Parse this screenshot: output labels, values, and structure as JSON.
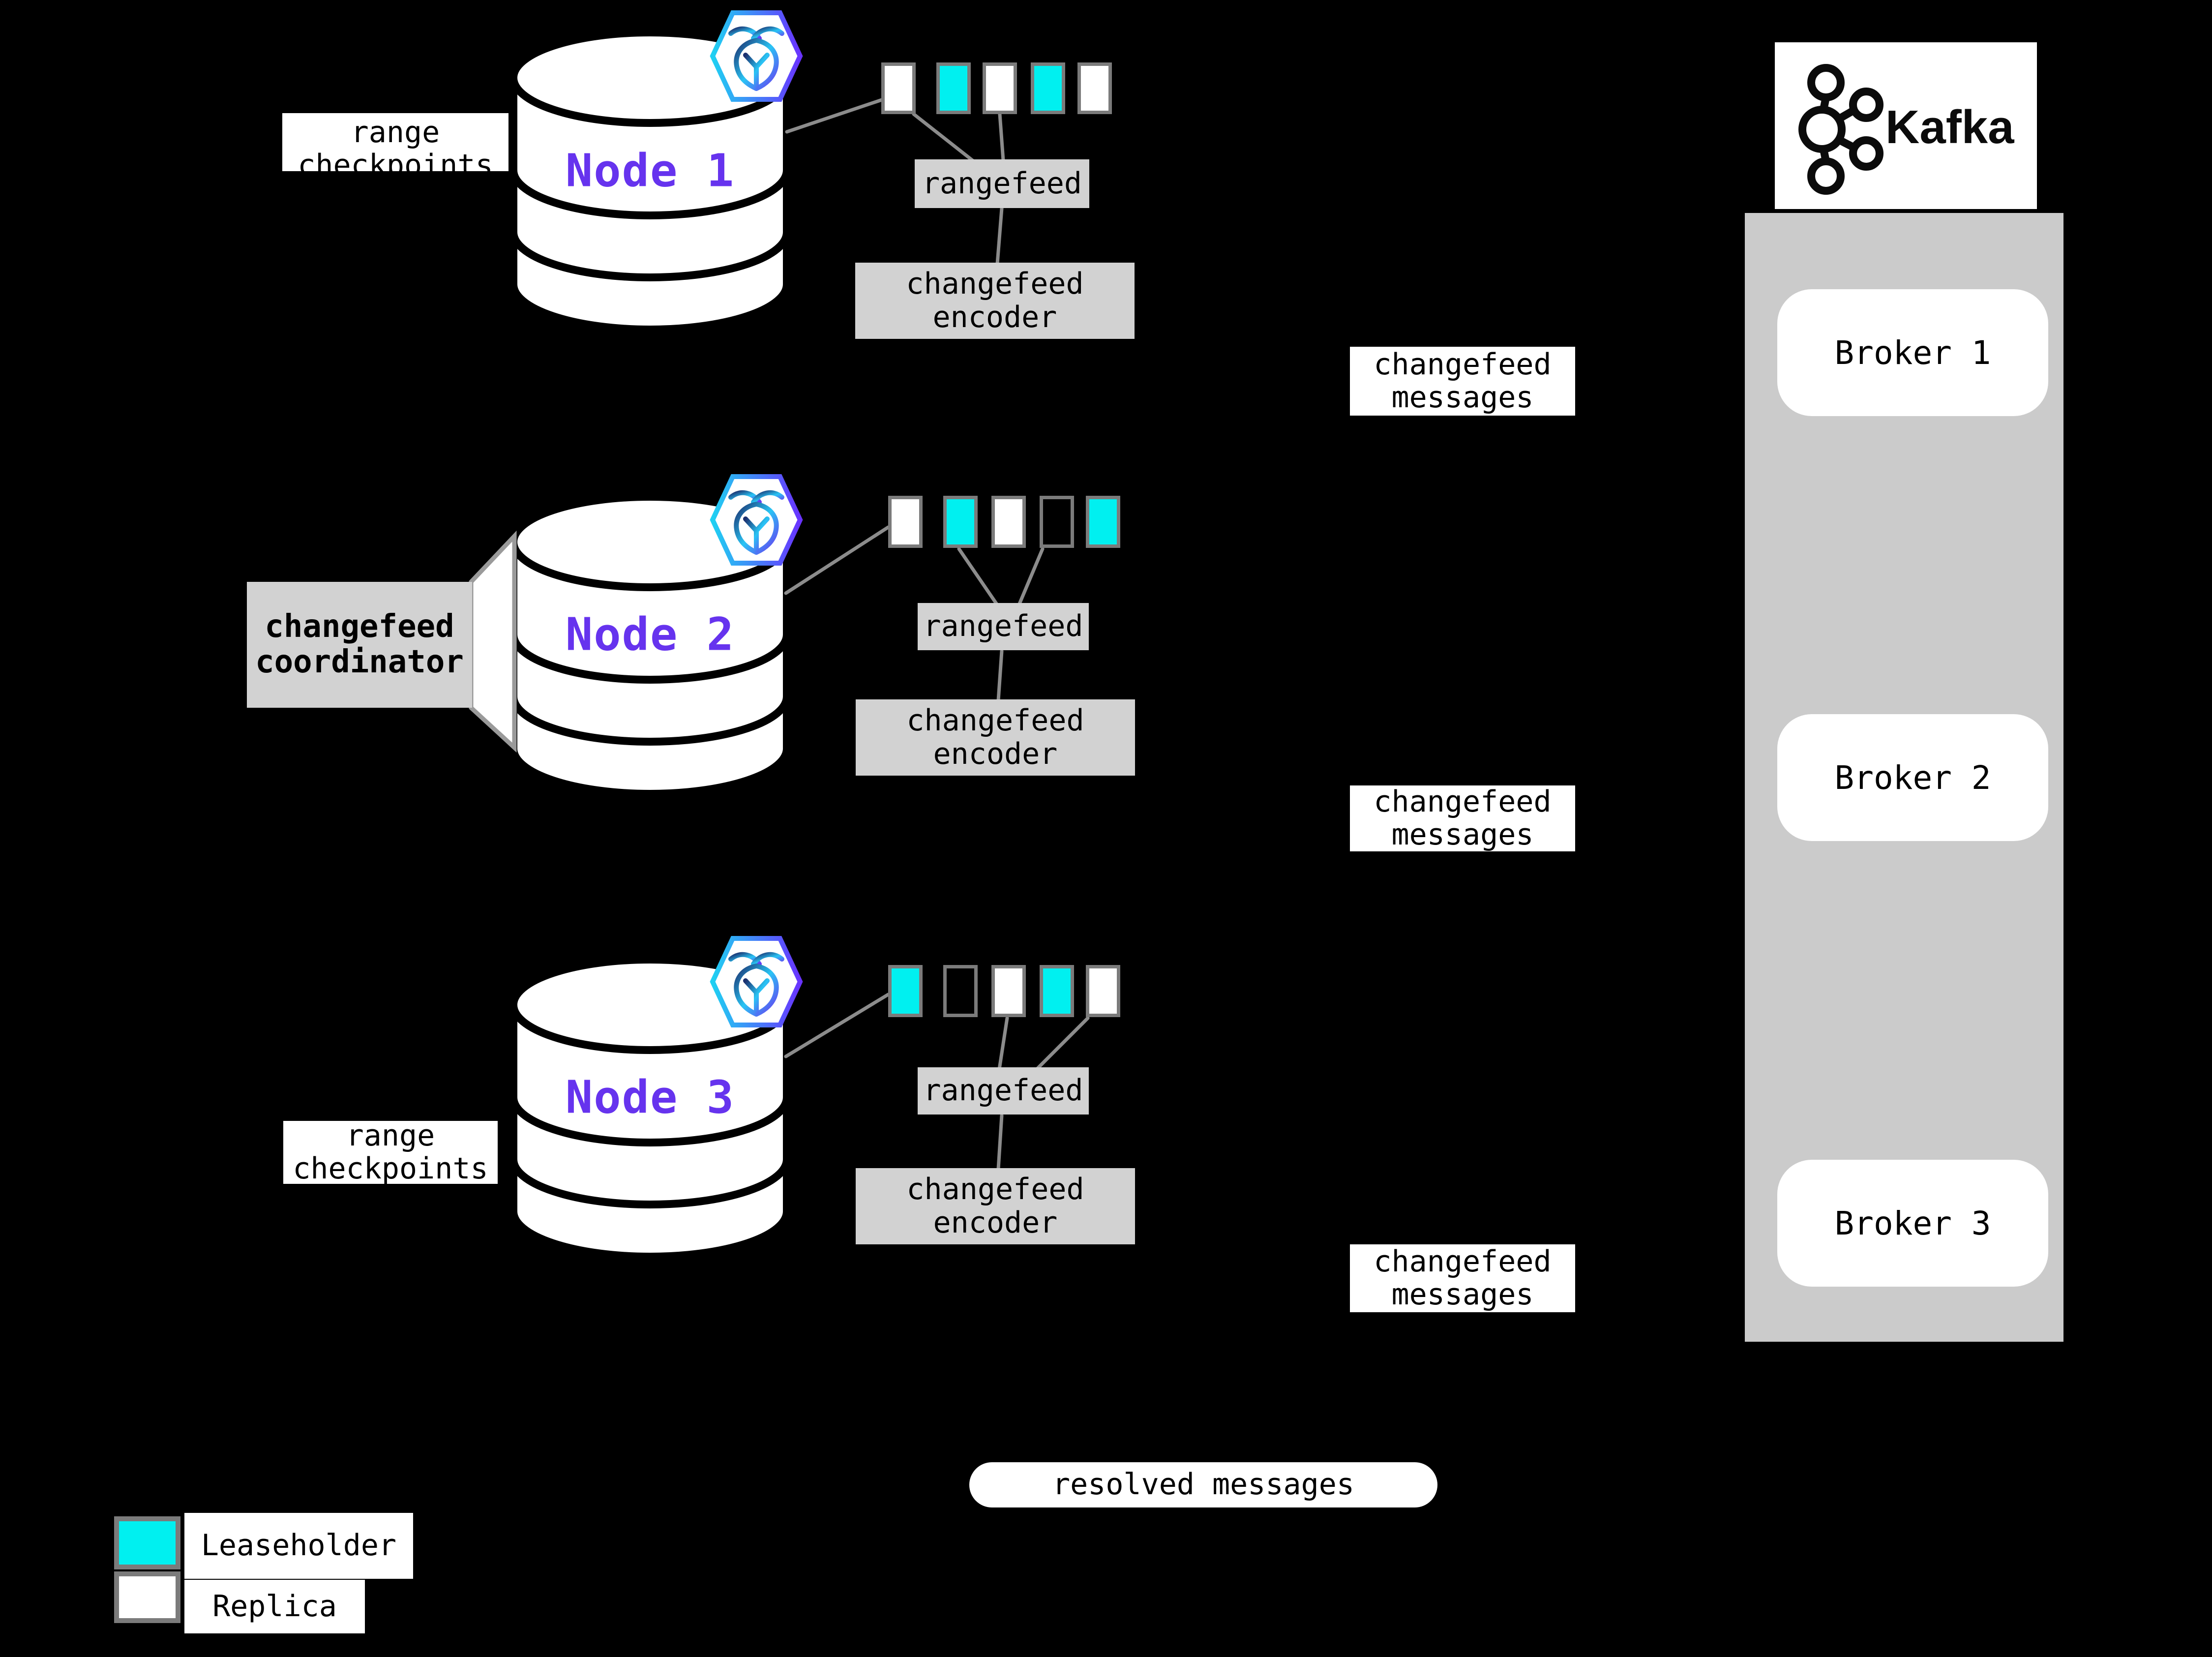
{
  "colors": {
    "background": "#000000",
    "leaseholder_cyan": "#00f0f0",
    "replica_white": "#ffffff",
    "node_label_purple": "#6633ee",
    "box_gray": "#d2d2d2",
    "connector_gray": "#8c8c8c"
  },
  "labels": {
    "rangefeed": "rangefeed",
    "encoder": "changefeed\nencoder",
    "messages": "changefeed\nmessages",
    "checkpoints": "range\ncheckpoints",
    "coordinator": "changefeed\ncoordinator",
    "resolved": "resolved messages"
  },
  "nodes": [
    {
      "label": "Node 1",
      "ranges": [
        "replica",
        "leaseholder",
        "replica",
        "leaseholder",
        "replica"
      ]
    },
    {
      "label": "Node 2",
      "ranges": [
        "replica",
        "leaseholder",
        "replica",
        "empty",
        "leaseholder"
      ]
    },
    {
      "label": "Node 3",
      "ranges": [
        "leaseholder",
        "empty",
        "replica",
        "leaseholder",
        "replica"
      ]
    }
  ],
  "kafka": {
    "brand": "Kafka",
    "brokers": [
      "Broker 1",
      "Broker 2",
      "Broker 3"
    ]
  },
  "legend": {
    "items": [
      {
        "kind": "leaseholder",
        "label": "Leaseholder"
      },
      {
        "kind": "replica",
        "label": "Replica"
      }
    ]
  }
}
